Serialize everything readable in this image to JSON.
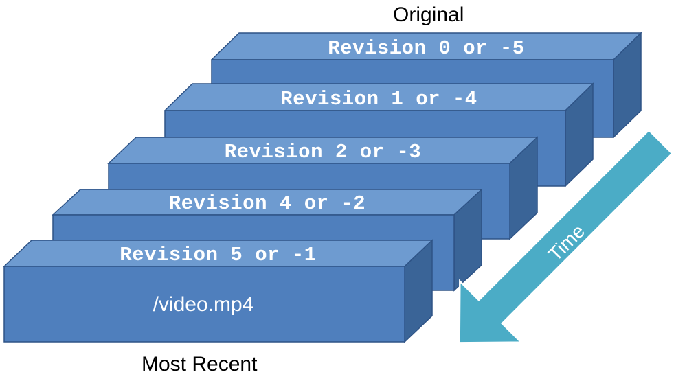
{
  "top_label": "Original",
  "bottom_label": "Most Recent",
  "time_label": "Time",
  "revisions": [
    {
      "label": "Revision 0 or -5",
      "front_text": ""
    },
    {
      "label": "Revision 1 or -4",
      "front_text": ""
    },
    {
      "label": "Revision 2 or -3",
      "front_text": ""
    },
    {
      "label": "Revision 4 or -2",
      "front_text": ""
    },
    {
      "label": "Revision 5 or -1",
      "front_text": "/video.mp4"
    }
  ],
  "colors": {
    "front": "#4f7fbd",
    "top": "#6e9bd0",
    "side": "#3a6497",
    "edge": "#2e5386",
    "arrow": "#4bacc6",
    "arrow_edge": "#ffffff"
  }
}
